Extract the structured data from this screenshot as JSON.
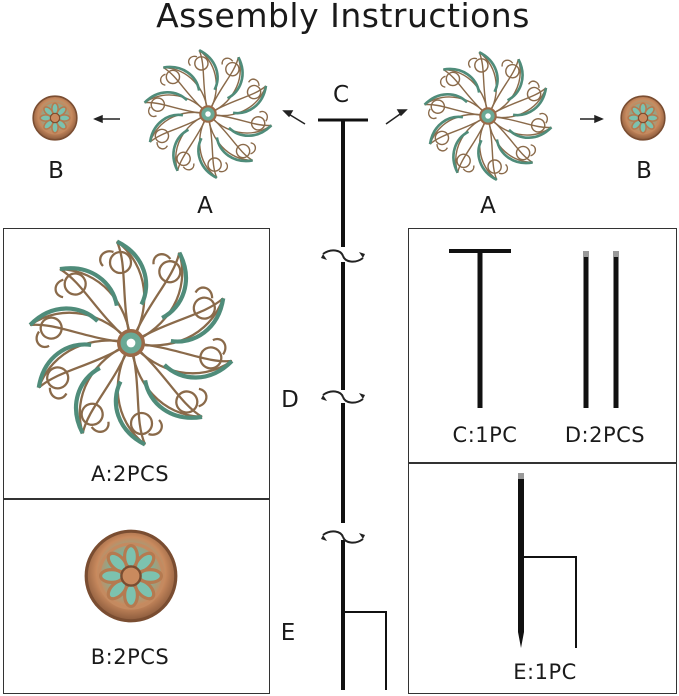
{
  "title": "Assembly Instructions",
  "labels": {
    "a_left": "A",
    "a_right": "A",
    "b_left": "B",
    "b_right": "B",
    "c": "C",
    "d": "D",
    "e": "E"
  },
  "parts": {
    "a": "A:2PCS",
    "b": "B:2PCS",
    "c": "C:1PC",
    "d": "D:2PCS",
    "e": "E:1PC"
  },
  "colors": {
    "copper": "#b07a55",
    "verdigris": "#5fa592",
    "stake": "#111111"
  }
}
